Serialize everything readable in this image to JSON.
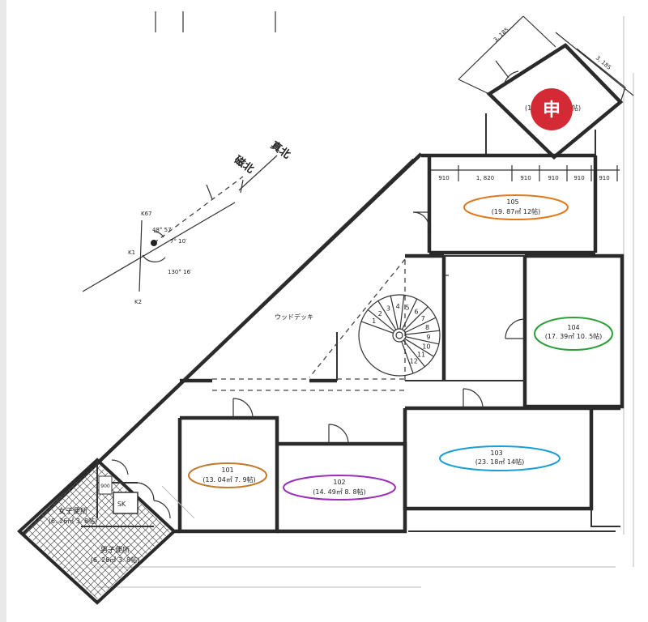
{
  "compass": {
    "magnetic_north": "磁北",
    "true_north": "真北",
    "label_k67": "K67",
    "label_k1": "K1",
    "label_k2": "K2",
    "angle_1": "48° 57′",
    "angle_2": "7° 10′",
    "angle_3": "130° 16′"
  },
  "dimensions": {
    "top_row": [
      "910",
      "1, 820",
      "910",
      "910",
      "910",
      "910"
    ],
    "annex_a": "3, 185",
    "annex_b": "3, 185"
  },
  "annex": {
    "badge": "申",
    "partial_label_left": "(1",
    "partial_label_right": "帖)"
  },
  "rooms": {
    "r101": {
      "number": "101",
      "area": "(13. 04㎡ 7. 9帖)"
    },
    "r102": {
      "number": "102",
      "area": "(14. 49㎡ 8. 8帖)"
    },
    "r103": {
      "number": "103",
      "area": "(23. 18㎡ 14帖)"
    },
    "r104": {
      "number": "104",
      "area": "(17. 39㎡ 10. 5帖)"
    },
    "r105": {
      "number": "105",
      "area": "(19. 87㎡ 12帖)"
    },
    "womens": {
      "name": "女子便所",
      "area": "(6. 26㎡ 3. 8帖)"
    },
    "mens": {
      "name": "男子便所",
      "area": "(6. 26㎡ 3. 8帖)"
    },
    "sk": "SK",
    "deck": "ウッドデッキ",
    "small_dim": "900"
  },
  "stairs": {
    "steps": [
      "1",
      "2",
      "3",
      "4",
      "5",
      "6",
      "7",
      "8",
      "9",
      "10",
      "11",
      "12"
    ]
  },
  "colors": {
    "r101": "#c07a2c",
    "r102": "#9b30b8",
    "r103": "#1a9ed8",
    "r104": "#2e9e3a",
    "r105": "#e07a1e",
    "badge": "#d42a35",
    "walls": "#2a2a2a"
  }
}
